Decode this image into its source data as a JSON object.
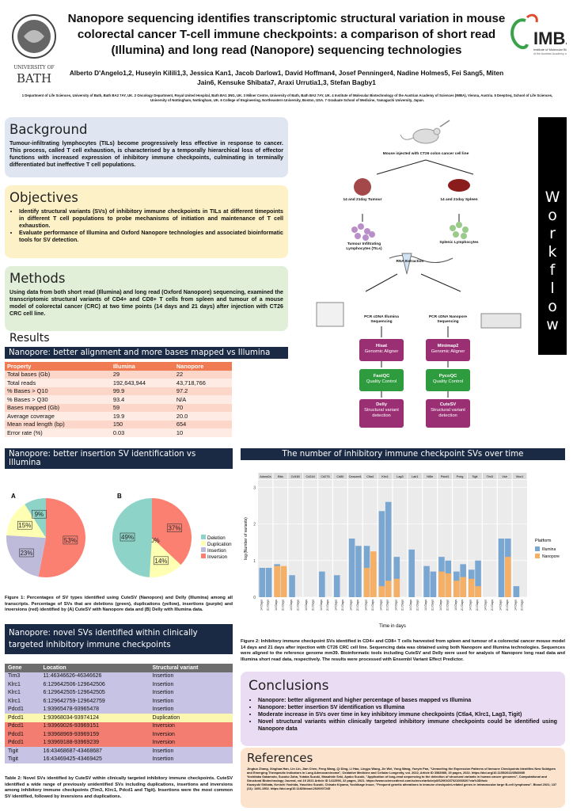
{
  "header": {
    "title": "Nanopore sequencing identifies transcriptomic structural variation in mouse colorectal cancer T-cell immune checkpoints: a comparison of short read (Illumina) and long read (Nanopore) sequencing technologies",
    "authors": "Alberto D'Angelo1,2, Huseyin Kilili1,3, Jessica Kan1, Jacob Darlow1, David Hoffman4, Josef Penninger4, Nadine Holmes5, Fei Sang5, Miten Jain6, Kensuke Shibata7, Araxi Urrutia1,3, Stefan Bagby1",
    "affiliations": "1 Department of Life Sciences, University of Bath, Bath BA2 7AY, UK. 2 Oncology Department, Royal United Hospital, Bath BA1 3NG, UK. 3 Milner Centre, University of Bath, Bath BA2 7AY, UK. 4 Institute of Molecular Biotechnology of the Austrian Academy of Sciences (IMBA), Vienna, Austria. 5 DeepSeq, School of Life Sciences, University of Nottingham, Nottingham, UK. 6 College of Engineering, Northeastern University, Boston, USA. 7 Graduate School of Medicine, Yamaguchi University, Japan.",
    "logo_left": "UNIVERSITY OF BATH",
    "logo_right_name": "IMBA",
    "logo_right_sub": "Institute of Molecular Biotechnology of the Austrian Academy of Sciences"
  },
  "background": {
    "heading": "Background",
    "text": "Tumour-infiltrating lymphocytes (TILs) become progressively less effective in response to cancer. This process, called T cell exhaustion, is characterised by a temporally hierarchical loss of effector functions with increased expression of inhibitory immune checkpoints, culminating in terminally differentiated but ineffective T cell populations."
  },
  "objectives": {
    "heading": "Objectives",
    "items": [
      "Identify structural variants (SVs) of inhibitory immune checkpoints in TILs at different timepoints in different T cell populations to probe mechanisms of initiation and maintenance of T cell exhaustion.",
      "Evaluate performance of Illumina and Oxford Nanopore technologies and associated bioinformatic tools for SV detection."
    ]
  },
  "methods": {
    "heading": "Methods",
    "text": "Using data from both short read (Illumina) and long read (Oxford Nanopore) sequencing, examined the transcriptomic structural variants of CD4+ and CD8+ T cells from spleen and tumour of a mouse model of colorectal cancer (CRC) at two time points (14 days and 21 days) after injection with CT26 CRC cell line."
  },
  "results": {
    "heading": "Results"
  },
  "table1": {
    "title": "Nanopore: better alignment and more bases mapped vs Illumina",
    "headers": [
      "Property",
      "Illumina",
      "Nanopore"
    ],
    "rows": [
      [
        "Total bases (Gb)",
        "29",
        "22"
      ],
      [
        "Total reads",
        "192,643,944",
        "43,718,766"
      ],
      [
        "% Bases > Q10",
        "99.9",
        "97.2"
      ],
      [
        "% Bases > Q30",
        "93.4",
        "N/A"
      ],
      [
        "Bases mapped (Gb)",
        "59",
        "70"
      ],
      [
        "Average coverage",
        "19.9",
        "20.0"
      ],
      [
        "Mean read length (bp)",
        "150",
        "654"
      ],
      [
        "Error rate (%)",
        "0.03",
        "10"
      ]
    ]
  },
  "pie_section": {
    "title": "Nanopore: better insertion SV identification vs Illumina",
    "caption": "Figure 1: Percentages of SV types identified using CuteSV (Nanopore) and Delly (Illumina) among all transcripts. Percentage of SVs that are deletions (green), duplications (yellow), insertions (purple) and inversions (red) identified by (A) CuteSV with Nanopore data and (B) Delly with Illumina data."
  },
  "chart_data": [
    {
      "type": "pie",
      "title": "A",
      "categories": [
        "Deletion",
        "Duplication",
        "Insertion",
        "Inversion"
      ],
      "values": [
        9,
        15,
        23,
        53
      ],
      "colors": [
        "#8dd3c7",
        "#ffffb3",
        "#bebada",
        "#fb8072"
      ]
    },
    {
      "type": "pie",
      "title": "B",
      "categories": [
        "Deletion",
        "Duplication",
        "Insertion",
        "Inversion"
      ],
      "values": [
        49,
        14,
        0,
        37
      ],
      "colors": [
        "#8dd3c7",
        "#ffffb3",
        "#bebada",
        "#fb8072"
      ]
    },
    {
      "type": "bar",
      "title": "The number of inhibitory immune checkpoint SVs over time",
      "xlabel": "Time in days",
      "ylabel": "log (Number of variants)",
      "ylim": [
        0,
        3.2
      ],
      "legend_title": "Platform",
      "panels": [
        "Adora2a",
        "Btla",
        "Cd160",
        "Cd244",
        "Cd276",
        "Cd80",
        "Ceacam1",
        "Ctla4",
        "Klrc1",
        "Lag3",
        "Lair1",
        "Nt5e",
        "Pdcd1",
        "Pvrig",
        "Tigit",
        "Tim3",
        "Vsir",
        "Vtcn1"
      ],
      "time_labels": [
        "14 Days",
        "21 Days"
      ],
      "series": [
        {
          "name": "Illumina",
          "color": "#7aa6d2",
          "values": [
            [
              0.8,
              0.8
            ],
            [
              0.9,
              0.75
            ],
            [
              0.6,
              0
            ],
            [
              0,
              0
            ],
            [
              0.7,
              0
            ],
            [
              0.6,
              0
            ],
            [
              1.6,
              1.4
            ],
            [
              1.4,
              1.0
            ],
            [
              2.35,
              2.6
            ],
            [
              1.1,
              0
            ],
            [
              1.3,
              0
            ],
            [
              0.85,
              0.7
            ],
            [
              1.1,
              1.0
            ],
            [
              0.7,
              0.9
            ],
            [
              0.75,
              1.0
            ],
            [
              0,
              0
            ],
            [
              1.6,
              1.6
            ],
            [
              0.3,
              0
            ]
          ]
        },
        {
          "name": "Nanopore",
          "color": "#f5b066",
          "values": [
            [
              0,
              0
            ],
            [
              0.85,
              0.85
            ],
            [
              0,
              0
            ],
            [
              0,
              0
            ],
            [
              0,
              0
            ],
            [
              0,
              0
            ],
            [
              0,
              0
            ],
            [
              0.8,
              1.25
            ],
            [
              0.3,
              0.45
            ],
            [
              0.5,
              0
            ],
            [
              0,
              0
            ],
            [
              0,
              0
            ],
            [
              0.7,
              0.65
            ],
            [
              0.45,
              0.55
            ],
            [
              0.5,
              0.3
            ],
            [
              0,
              0
            ],
            [
              0,
              1.1
            ],
            [
              0,
              0
            ]
          ]
        }
      ],
      "yticks": [
        0,
        1,
        2,
        3
      ]
    }
  ],
  "table2": {
    "title": "Nanopore: novel SVs identified within clinically targeted inhibitory immune checkpoints",
    "headers": [
      "Gene",
      "Location",
      "Structural variant"
    ],
    "rows": [
      [
        "Tim3",
        "11:46346626-46346626",
        "Insertion"
      ],
      [
        "Klrc1",
        "6:129642506-129642506",
        "Insertion"
      ],
      [
        "Klrc1",
        "6:129642505-129642505",
        "Insertion"
      ],
      [
        "Klrc1",
        "6:129642759-129642759",
        "Insertion"
      ],
      [
        "Pdcd1",
        "1:93965478-93965478",
        "Insertion"
      ],
      [
        "Pdcd1",
        "1:93968034-93974124",
        "Duplication"
      ],
      [
        "Pdcd1",
        "1:93969026-93969151",
        "Inversion"
      ],
      [
        "Pdcd1",
        "1:93968969-93969159",
        "Inversion"
      ],
      [
        "Pdcd1",
        "1:93969188-93969239",
        "Inversion"
      ],
      [
        "Tigit",
        "16:43468687-43468687",
        "Insertion"
      ],
      [
        "Tigit",
        "16:43469425-43469425",
        "Insertion"
      ]
    ],
    "row_colors": {
      "Insertion": "#c6c3e4",
      "Duplication": "#fbf7b0",
      "Inversion": "#f47d71"
    },
    "caption": "Table 2: Novel SVs identified by CuteSV within clinically targeted inhibitory immune checkpoints. CuteSV identified a wide range of previously unidentified SVs including duplications, insertions and inversions among inhibitory immune checkpoints (Tim3, Klrc1, Pdcd1 and Tigit). Insertions were the most common SV identified, followed by inversions and duplications."
  },
  "bar_caption": "Figure 2: Inhibitory immune checkpoint SVs identified in CD4+ and CD8+ T cells harvested from spleen and tumour of a colorectal cancer mouse model 14 days and 21 days after injection with CT26 CRC cell line. Sequencing data was obtained using both Nanopore and Illumina technologies. Sequences were aligned to the reference genome mm39. Bioinformatic tools including CuteSV and Delly were used for analysis of Nanopore long read data and Illumina short read data, respectively. The results were processed with Ensembl Variant Effect Predictor.",
  "workflow": {
    "side": [
      "W",
      "o",
      "r",
      "k",
      "f",
      "l",
      "o",
      "w"
    ],
    "mouse": "Mouse injected with CT26 colon cancer cell line",
    "tumour": "14 and 21day Tumour",
    "spleen": "14 and 21day Spleen",
    "tils": "Tumour Infiltrating Lymphocytes (TILs)",
    "splenic": "Splenic Lymphocytes",
    "rna": "RNA Extraction",
    "illumina": "PCR cDNA Illumina Sequencing",
    "nanopore": "PCR cDNA Nanopore Sequencing",
    "hisat": "Hisat",
    "hisat_sub": "Genomic Aligner",
    "minimap": "Minimap2",
    "minimap_sub": "Genomic Aligner",
    "fastqc": "FastQC",
    "fastqc_sub": "Quality Control",
    "pycoqc": "PycoQC",
    "pycoqc_sub": "Quality Control",
    "delly": "Delly",
    "delly_sub": "Structural variant detection",
    "cutesv": "CuteSV",
    "cutesv_sub": "Structural variant detection"
  },
  "conclusions": {
    "heading": "Conclusions",
    "items": [
      "Nanopore: better alignment and higher percentage of bases mapped vs Illumina",
      "Nanopore: better insertion SV identification vs Illumina",
      "Moderate increase in SVs over time in key inhibitory immune checkpoints (Ctla4, Klrc1, Lag3, Tigit)",
      "Novel structural variants within clinically targeted inhibitory immune checkpoints could be identified using Nanopore data"
    ]
  },
  "references": {
    "heading": "References",
    "items": [
      "Jingtuo Zhang, Xinghua Han, Lin Lin, Jian Chen, Feng Wang, Qi Ding, Li Hao, Lingyu Wang, Jie Wei, Yong Wang, Yueyin Pan, \"Unraveling the Expression Patterns of Immune Checkpoints Identifies New Subtypes and Emerging Therapeutic Indicators in Lung Adenocarcinoma\", Oxidative Medicine and Cellular Longevity, vol. 2022, Article ID 3583985, 19 pages, 2022. https://doi.org/10.1155/2022/3583985",
      "Yoshitaka Sakamoto, Suzuko Zaha, Yutaka Suzuki, Masahide Seki, Ayako Suzuki, \"Application of long-read sequencing to the detection of structural variants in human cancer genomes\", Computational and Structural Biotechnology Journal, vol.19 2021 Article ID 1412593, 22 pages, 2021. https://www.sciencedirect.com/science/article/pii/S2001037021003020?via%3Dihub",
      "Kazuyuki Shibata, Kenichi Yoshida, Yasuhiro Suzuki, Chisato Kiyama, Yoshikage Inoue, \"Frequent genetic alterations in immune checkpoint-related genes in intravascular large B-cell lymphoma\". Blood 2021; 137 (11): 1491-1502. https://doi.org/10.1182/blood.2020007245"
    ]
  }
}
